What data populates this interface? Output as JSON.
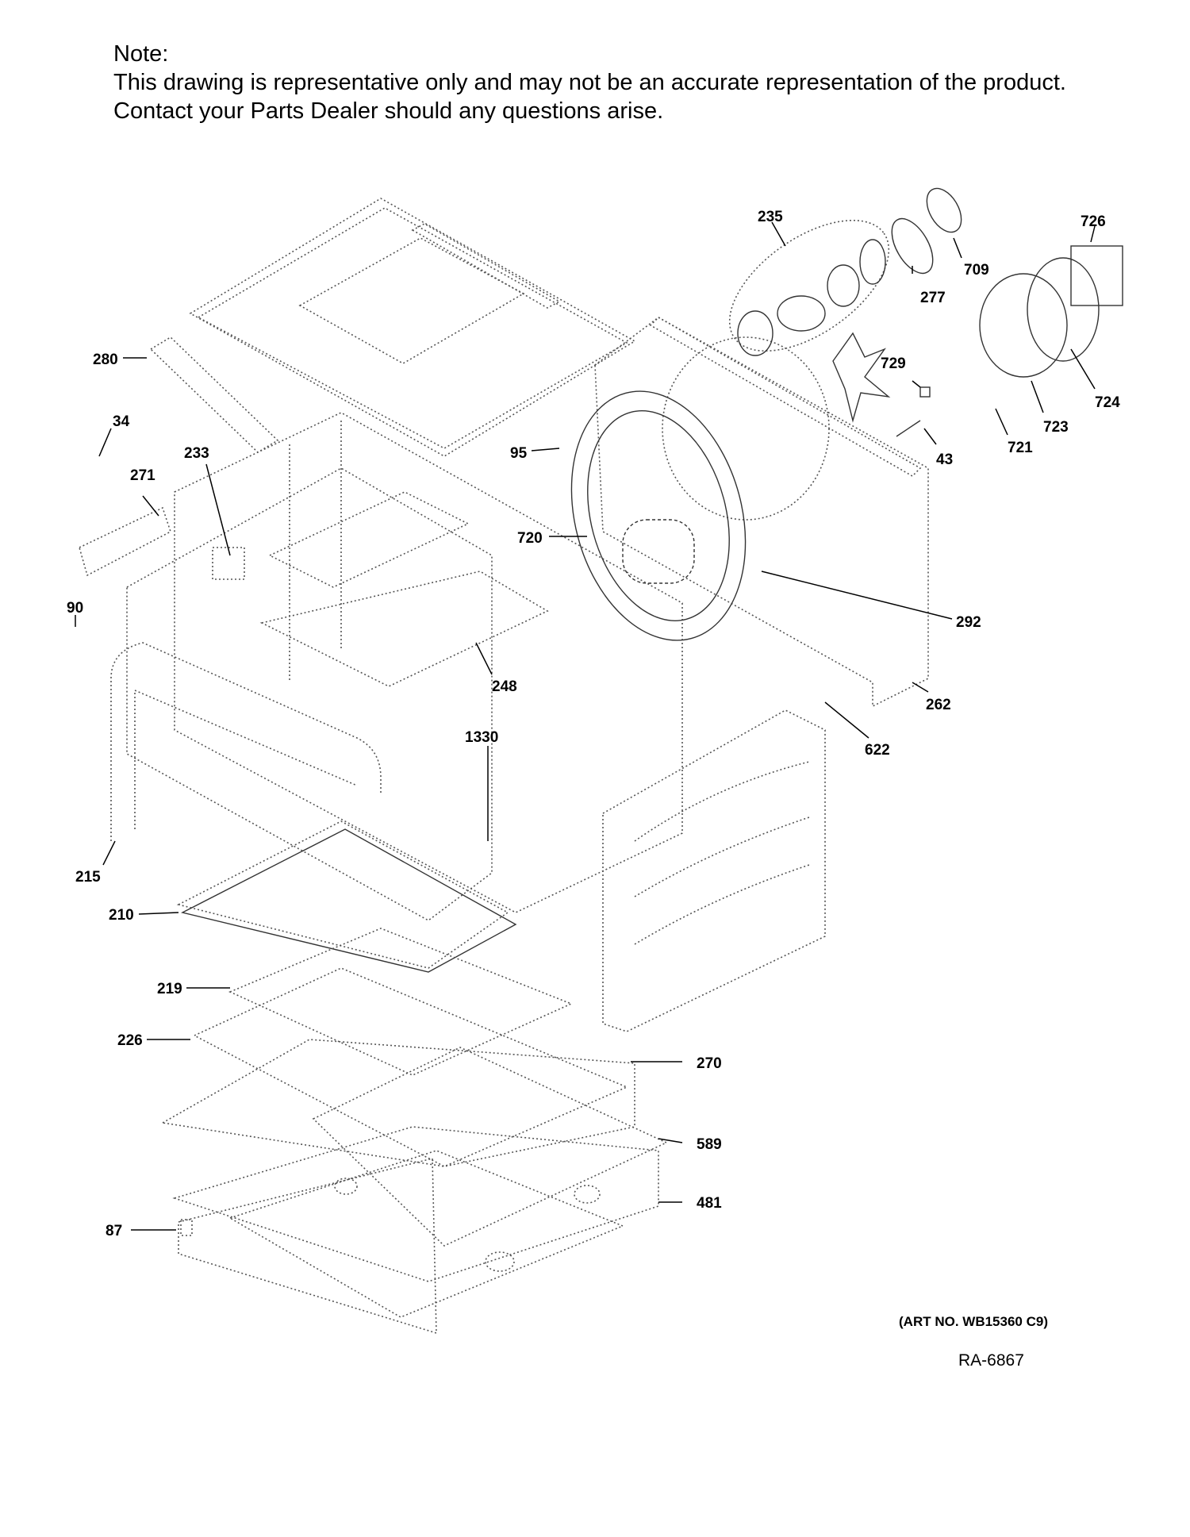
{
  "note": {
    "heading": "Note:",
    "line1": "This drawing is representative only and may not be an accurate representation of the product.",
    "line2": "Contact your Parts Dealer should any questions arise."
  },
  "callouts": [
    "235",
    "709",
    "277",
    "726",
    "280",
    "34",
    "233",
    "271",
    "95",
    "729",
    "43",
    "721",
    "723",
    "724",
    "720",
    "292",
    "262",
    "90",
    "248",
    "622",
    "1330",
    "215",
    "210",
    "219",
    "226",
    "270",
    "589",
    "481",
    "87"
  ],
  "footer": {
    "art_no": "(ART NO. WB15360 C9)",
    "ref": "RA-6867"
  }
}
